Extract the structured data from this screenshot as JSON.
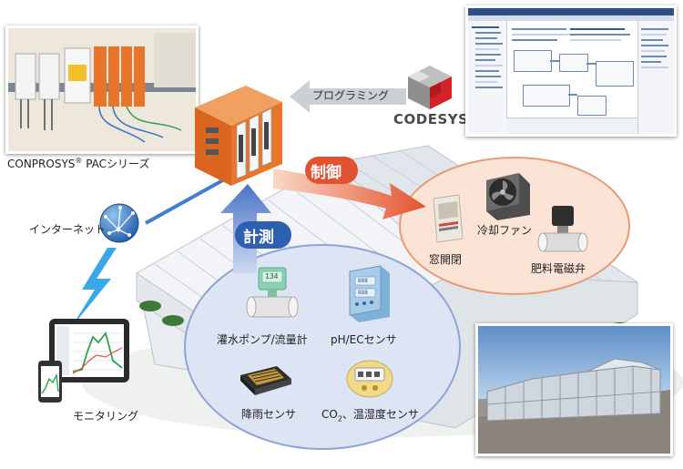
{
  "labels": {
    "pac_series": "CONPROSYS",
    "pac_reg": "®",
    "pac_suffix": " PACシリーズ",
    "programming": "プログラミング",
    "codesys": "CODESYS",
    "seigyo": "制御",
    "keisoku": "計測",
    "internet": "インターネット",
    "monitoring": "モニタリング",
    "window": "窓開閉",
    "fan": "冷却ファン",
    "valve": "肥料電磁弁",
    "pump": "灌水ポンプ/流量計",
    "ph": "pH/ECセンサ",
    "rain": "降雨センサ",
    "co2_prefix": "CO",
    "co2_sub": "2",
    "co2_suffix": "、温湿度センサ"
  },
  "displays": {
    "flow_meter": "134",
    "ph_a": "888",
    "ph_b": "888"
  },
  "colors": {
    "pac_orange": "#e8752a",
    "seigyo_red": "#e05332",
    "keisoku_blue": "#2f5fb0",
    "control_area": "#fbe3d6",
    "sensor_area": "#dde4f4",
    "codesys_red": "#d3232a"
  }
}
